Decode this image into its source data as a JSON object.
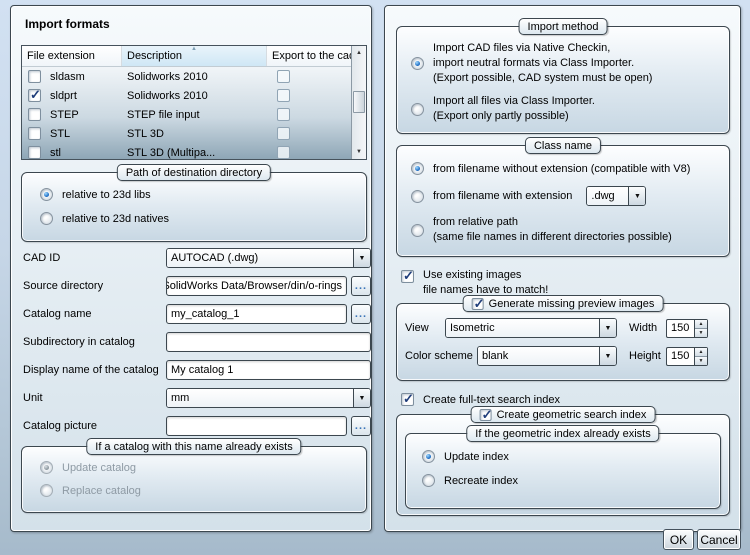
{
  "icons": {
    "dropdown_arrow": "▼",
    "sort_asc": "▲",
    "scroll_up": "▲",
    "scroll_down": "▼",
    "spin_up": "▲",
    "spin_down": "▼",
    "browse": "..."
  },
  "left": {
    "title": "Import formats",
    "table": {
      "headers": [
        "File extension",
        "Description",
        "Export to the cad system"
      ],
      "rows": [
        {
          "selected": false,
          "ext": "sldasm",
          "desc": "Solidworks 2010",
          "export": false
        },
        {
          "selected": true,
          "ext": "sldprt",
          "desc": "Solidworks 2010",
          "export": false
        },
        {
          "selected": false,
          "ext": "STEP",
          "desc": "STEP file input",
          "export": false
        },
        {
          "selected": false,
          "ext": "STL",
          "desc": "STL 3D",
          "export": false
        },
        {
          "selected": false,
          "ext": "stl",
          "desc": "STL 3D (Multipa...",
          "export": false
        }
      ]
    },
    "path_group": {
      "title": "Path of destination directory",
      "options": [
        {
          "label": "relative to 23d libs",
          "selected": true
        },
        {
          "label": "relative to 23d natives",
          "selected": false
        }
      ]
    },
    "fields": [
      {
        "label": "CAD ID",
        "value": "AUTOCAD (.dwg)"
      },
      {
        "label": "Source directory",
        "value": "SolidWorks Data/Browser/din/o-rings"
      },
      {
        "label": "Catalog name",
        "value": "my_catalog_1"
      },
      {
        "label": "Subdirectory in catalog",
        "value": ""
      },
      {
        "label": "Display name of the catalog",
        "value": "My catalog 1"
      },
      {
        "label": "Unit",
        "value": "mm"
      },
      {
        "label": "Catalog picture",
        "value": ""
      }
    ],
    "exists_group": {
      "title": "If a catalog with this name already exists",
      "options": [
        {
          "label": "Update catalog",
          "selected": true
        },
        {
          "label": "Replace catalog",
          "selected": false
        }
      ]
    }
  },
  "right": {
    "import_method": {
      "title": "Import method",
      "option1": {
        "line1": "Import CAD files via Native Checkin,",
        "line2": "import neutral formats via Class Importer.",
        "line3": "(Export possible, CAD system must be open)",
        "selected": true
      },
      "option2": {
        "line1": "Import all files via Class Importer.",
        "line2": "(Export only partly possible)",
        "selected": false
      }
    },
    "class_name": {
      "title": "Class name",
      "option1": {
        "label": "from filename without extension (compatible with V8)",
        "selected": true
      },
      "option2": {
        "label": "from filename with extension",
        "selected": false,
        "extension": ".dwg"
      },
      "option3": {
        "line1": "from relative path",
        "line2": "(same file names in different directories possible)",
        "selected": false
      }
    },
    "use_existing": {
      "line1": "Use existing images",
      "line2": "file names have to match!",
      "checked": true
    },
    "preview_group": {
      "title": "Generate missing preview images",
      "checked": true,
      "view_label": "View",
      "view_value": "Isometric",
      "width_label": "Width",
      "width_value": "150",
      "color_label": "Color scheme",
      "color_value": "blank",
      "height_label": "Height",
      "height_value": "150"
    },
    "fulltext": {
      "label": "Create full-text search index",
      "checked": true
    },
    "geometric_group": {
      "title": "Create geometric search index",
      "checked": true,
      "inner": {
        "title": "If the geometric index already exists",
        "options": [
          {
            "label": "Update index",
            "selected": true
          },
          {
            "label": "Recreate index",
            "selected": false
          }
        ]
      }
    }
  },
  "buttons": {
    "ok": "OK",
    "cancel": "Cancel"
  }
}
